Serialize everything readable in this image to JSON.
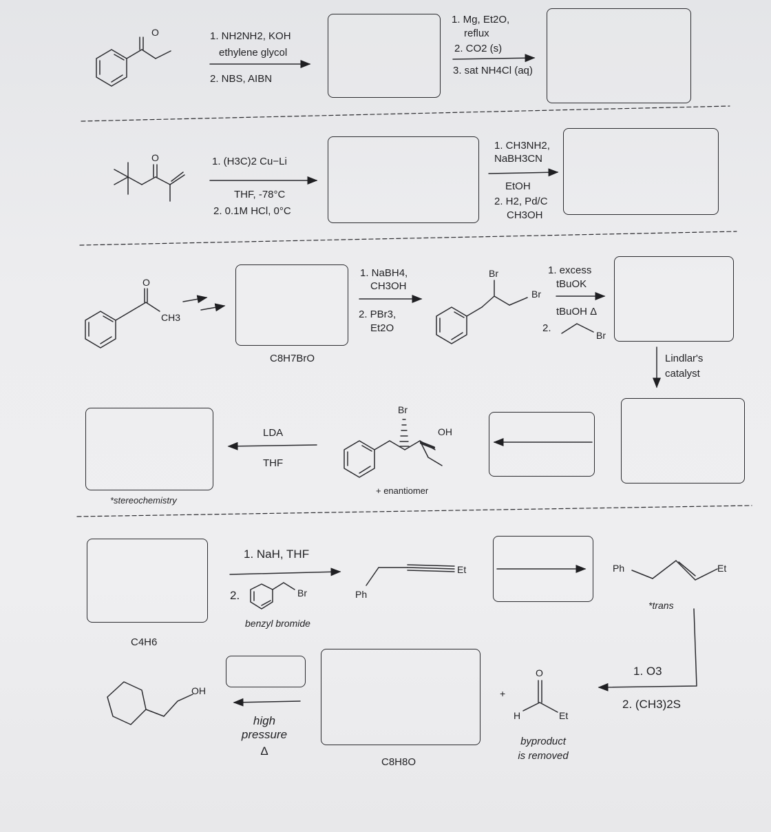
{
  "row1": {
    "reagents_a": [
      "1. NH2NH2, KOH",
      "ethylene glycol",
      "2. NBS, AIBN"
    ],
    "reagents_b": [
      "1. Mg, Et2O,",
      "reflux",
      "2. CO2 (s)",
      "3. sat NH4Cl (aq)"
    ],
    "ketone_o": "O"
  },
  "row2": {
    "ketone_o": "O",
    "reagent_a1": "1. (H3C)2 Cu−Li",
    "reagent_a2": "THF, -78°C",
    "reagent_a3": "2. 0.1M HCl, 0°C",
    "reagents_b": [
      "1. CH3NH2,",
      "NaBH3CN",
      "EtOH",
      "2. H2, Pd/C",
      "CH3OH"
    ]
  },
  "row3": {
    "ketone_o": "O",
    "ch3": "CH3",
    "formula": "C8H7BrO",
    "reagents_a": [
      "1. NaBH4,",
      "CH3OH",
      "2. PBr3,",
      "Et2O"
    ],
    "br1": "Br",
    "br2": "Br",
    "reagents_b": [
      "1. excess",
      "tBuOK",
      "tBuOH Δ",
      "2."
    ],
    "br3": "Br",
    "lindlar": [
      "Lindlar's",
      "catalyst"
    ]
  },
  "row4": {
    "lda": "LDA",
    "thf": "THF",
    "stereo_note": "*stereochemistry",
    "br": "Br",
    "oh": "OH",
    "enantiomer": "+ enantiomer"
  },
  "row5": {
    "formula": "C4H6",
    "reagent1": "1. NaH, THF",
    "reagent2_prefix": "2.",
    "br": "Br",
    "benzyl": "benzyl bromide",
    "alkyne_ph": "Ph",
    "alkyne_et": "Et",
    "alkene_ph": "Ph",
    "alkene_et": "Et",
    "trans_note": "*trans"
  },
  "row6": {
    "oh": "OH",
    "high": "high",
    "pressure": "pressure",
    "delta": "Δ",
    "formula": "C8H8O",
    "plus": "+",
    "ald_o": "O",
    "ald_h": "H",
    "ald_et": "Et",
    "byproduct": [
      "byproduct",
      "is removed"
    ],
    "ozone": "1. O3",
    "dms": "2. (CH3)2S"
  }
}
